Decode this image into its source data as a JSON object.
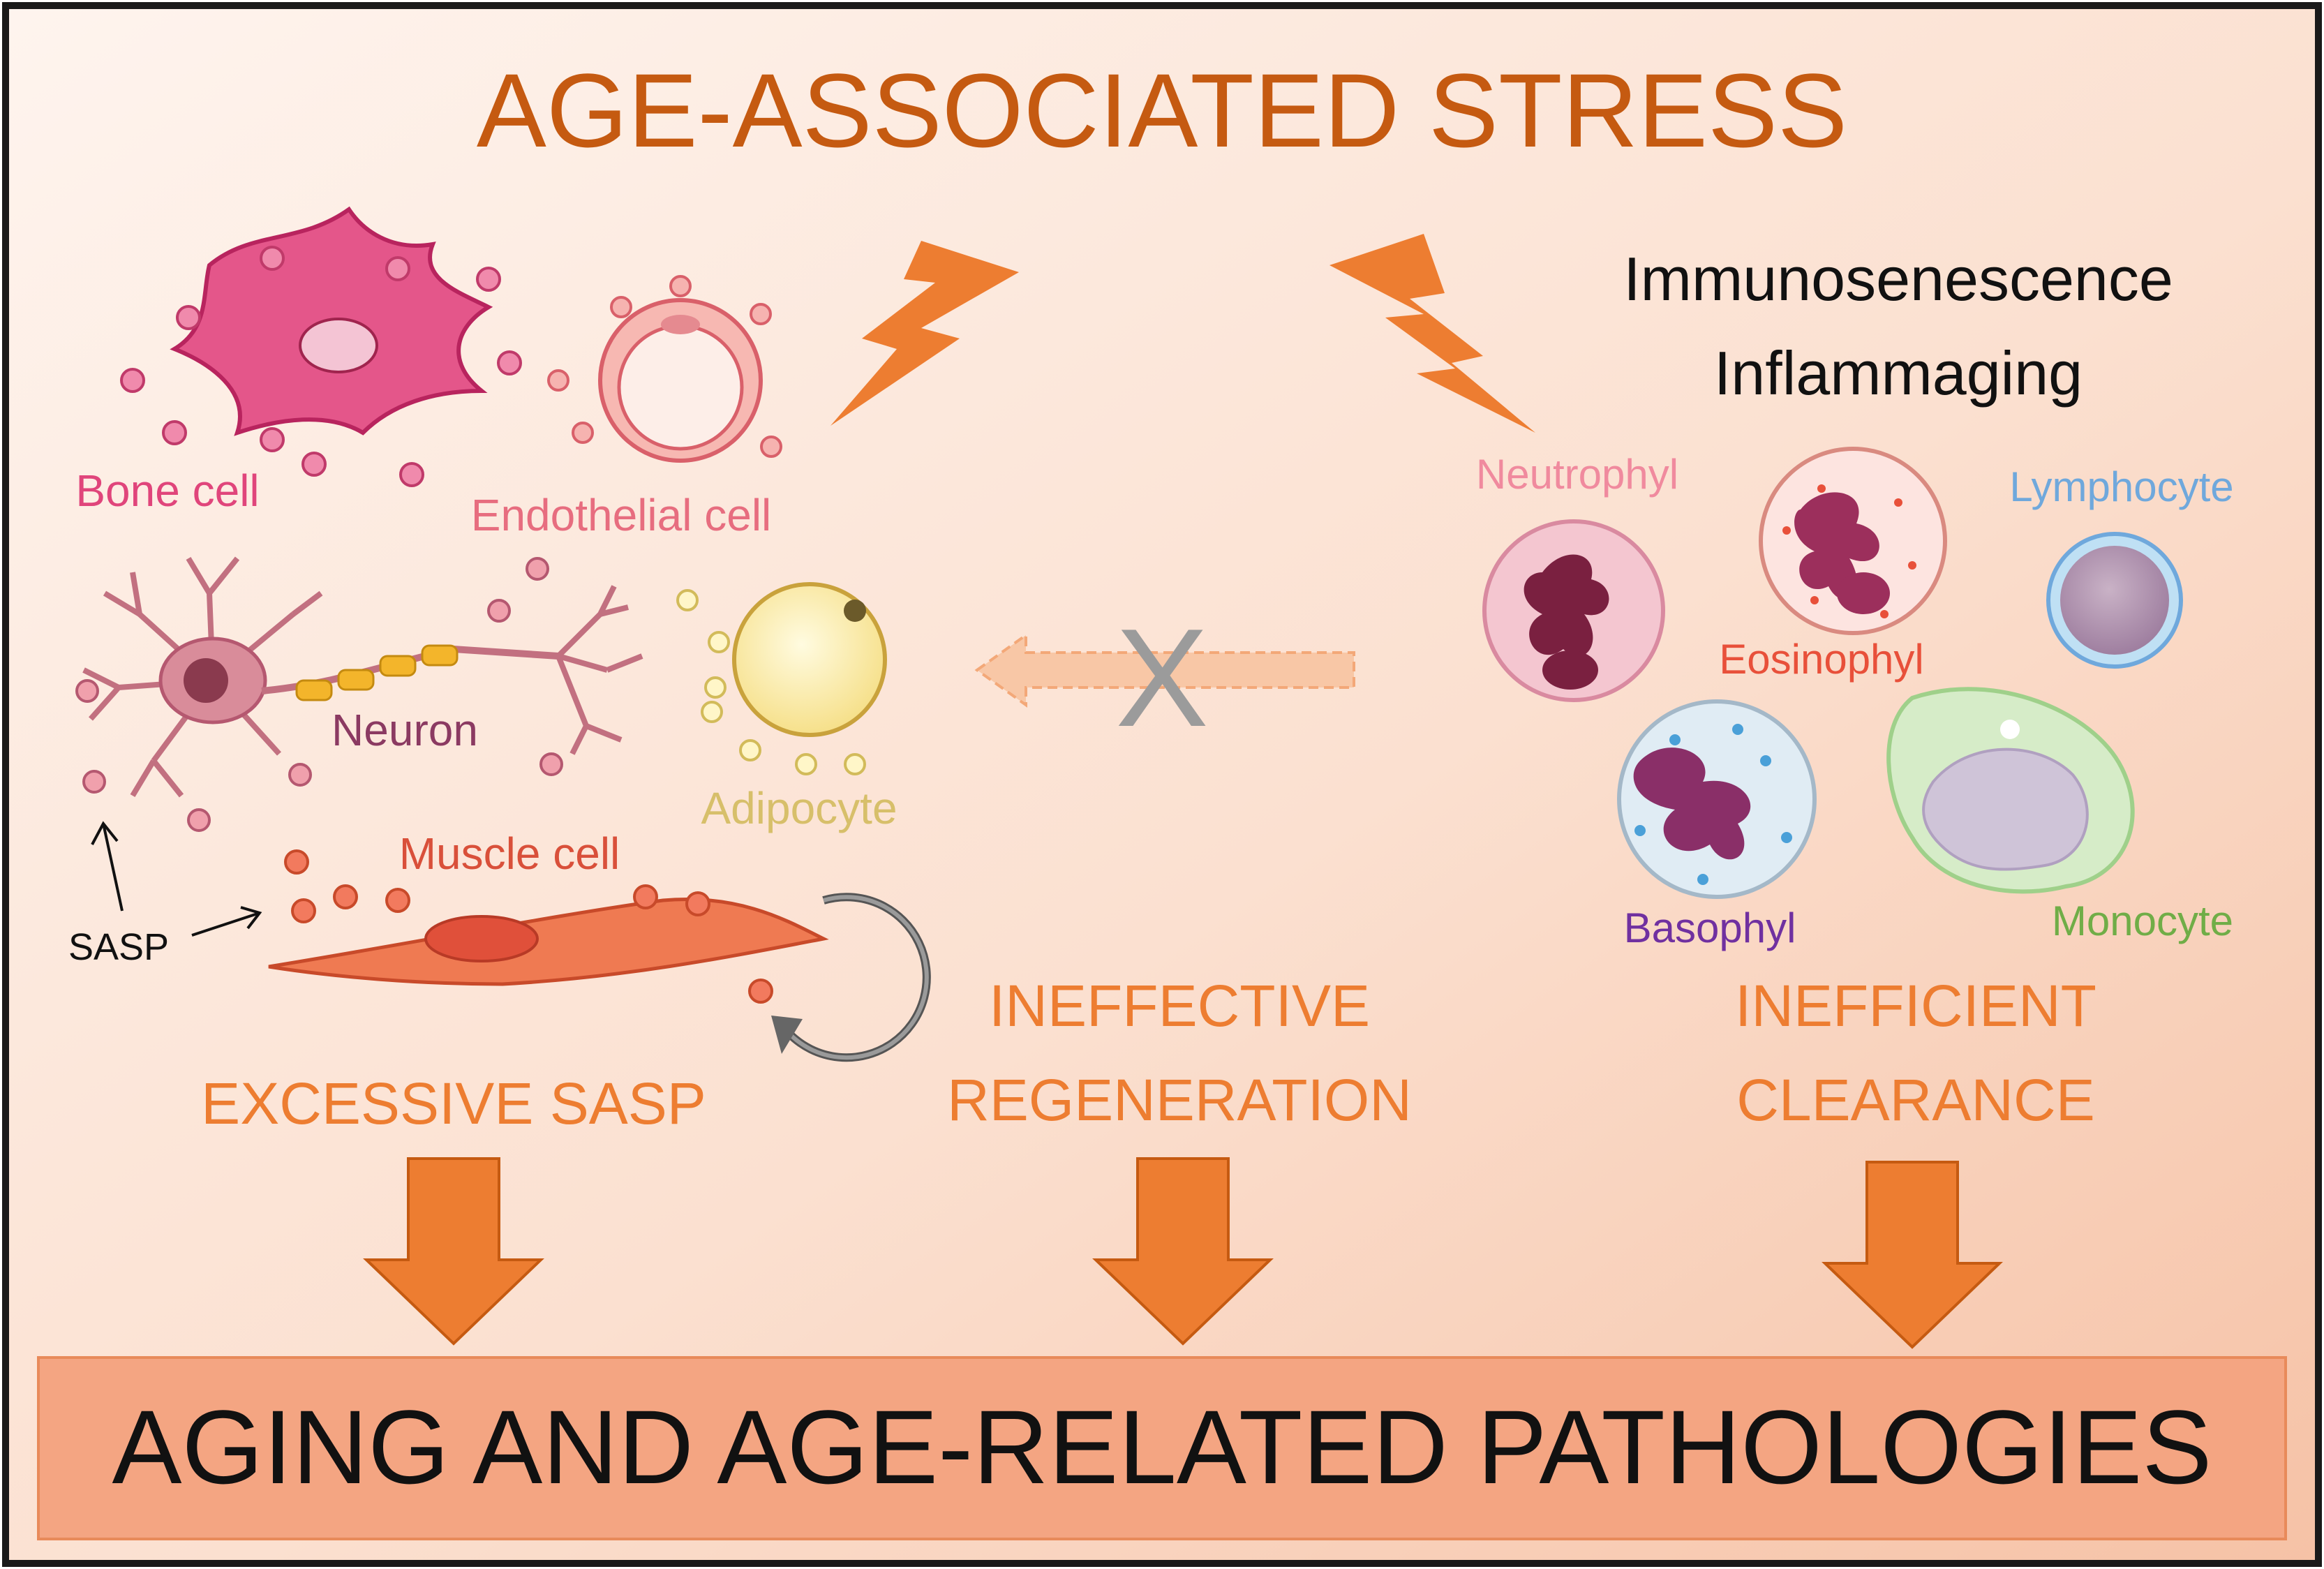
{
  "title": "AGE-ASSOCIATED STRESS",
  "subtitle_lines": [
    "Immunosenescence",
    "Inflammaging"
  ],
  "left_cells": {
    "bone": "Bone cell",
    "endothelial": "Endothelial cell",
    "neuron": "Neuron",
    "adipocyte": "Adipocyte",
    "muscle": "Muscle cell",
    "sasp": "SASP"
  },
  "immune_cells": {
    "neutrophyl": "Neutrophyl",
    "eosinophyl": "Eosinophyl",
    "lymphocyte": "Lymphocyte",
    "basophyl": "Basophyl",
    "monocyte": "Monocyte"
  },
  "blocked_mark": "X",
  "outcomes": {
    "excessive_sasp": "EXCESSIVE SASP",
    "ineffective_regeneration": [
      "INEFFECTIVE",
      "REGENERATION"
    ],
    "inefficient_clearance": [
      "INEFFICIENT",
      "CLEARANCE"
    ]
  },
  "result_box": "AGING AND AGE-RELATED PATHOLOGIES",
  "colors": {
    "title": "#c55a11",
    "orange_text": "#ed7d31",
    "arrow": "#ed7d31",
    "bone_label": "#e0457b",
    "endothelial_label": "#e76d7f",
    "neuron_label": "#8b3a62",
    "adipocyte_label": "#d7bf6a",
    "muscle_label": "#d9503a",
    "neutrophyl_label": "#f08a9e",
    "eosinophyl_label": "#e8503a",
    "lymphocyte_label": "#6fa8dc",
    "basophyl_label": "#7030a0",
    "monocyte_label": "#70ad47",
    "result_fill": "#f4a582"
  },
  "icons": [
    "lightning-bolt-icon",
    "cycle-arrow-icon",
    "down-arrow-icon",
    "blocked-arrow-icon"
  ]
}
